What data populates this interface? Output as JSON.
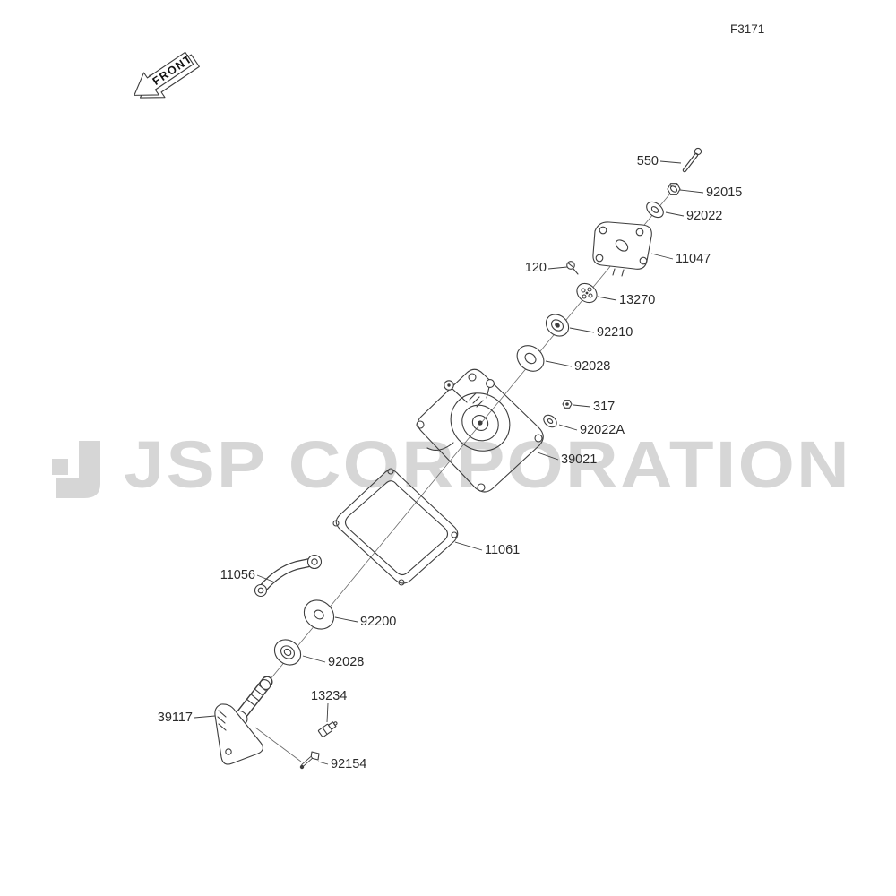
{
  "figure_code": "F3171",
  "front_label": "FRONT",
  "watermark": "JSP CORPORATION",
  "colors": {
    "line": "#3d3d3d",
    "watermark": "#d6d6d6",
    "label": "#2b2b2b",
    "background": "#ffffff"
  },
  "parts": [
    {
      "id": "550"
    },
    {
      "id": "92015"
    },
    {
      "id": "92022"
    },
    {
      "id": "11047"
    },
    {
      "id": "120"
    },
    {
      "id": "13270"
    },
    {
      "id": "92210"
    },
    {
      "id": "92028"
    },
    {
      "id": "317"
    },
    {
      "id": "92022A"
    },
    {
      "id": "39021"
    },
    {
      "id": "11061"
    },
    {
      "id": "11056"
    },
    {
      "id": "92200"
    },
    {
      "id": "92028"
    },
    {
      "id": "13234"
    },
    {
      "id": "39117"
    },
    {
      "id": "92154"
    }
  ]
}
